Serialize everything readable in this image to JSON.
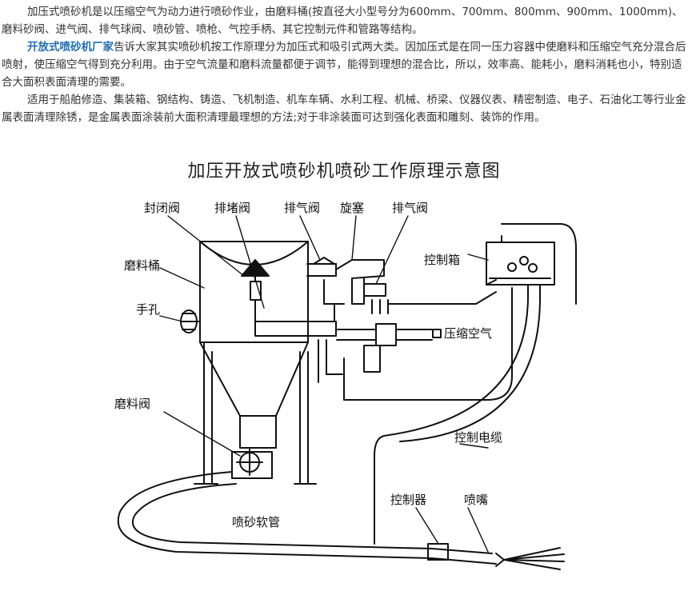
{
  "article": {
    "p1": "加压式喷砂机是以压缩空气为动力进行喷砂作业，由磨料桶(按直径大小型号分为600mm、700mm、800mm、900mm、1000mm)、磨料砂阀、进气阀、排气球阀、喷砂管、喷枪、气控手柄、其它控制元件和管路等结构。",
    "p2_link": "开放式喷砂机厂家",
    "p2_rest": "告诉大家其实喷砂机按工作原理分为加压式和吸引式两大类。因加压式是在同一压力容器中使磨料和压缩空气充分混合后喷射，使压缩空气得到充分利用。由于空气流量和磨料流量都便于调节，能得到理想的混合比，所以，效率高、能耗小，磨料消耗也小，特别适合大面积表面清理的需要。",
    "p3": "适用于船舶修造、集装箱、钢结构、铸造、飞机制造、机车车辆、水利工程、机械、桥梁、仪器仪表、精密制造、电子、石油化工等行业金属表面清理除锈，是金属表面涂装前大面积清理最理想的方法;对于非涂装面可达到强化表面和雕刻、装饰的作用。"
  },
  "diagram": {
    "title": "加压开放式喷砂机喷砂工作原理示意图",
    "labels": {
      "seal_valve": "封闭阀",
      "plug_valve": "排堵阀",
      "exhaust_valve_1": "排气阀",
      "spool": "旋塞",
      "exhaust_valve_2": "排气阀",
      "abrasive_tank": "磨料桶",
      "hand_hole": "手孔",
      "control_box": "控制箱",
      "compressed_air": "压缩空气",
      "abrasive_valve": "磨料阀",
      "control_cable": "控制电缆",
      "controller": "控制器",
      "nozzle": "喷嘴",
      "blast_hose": "喷砂软管"
    }
  },
  "colors": {
    "link": "#1f6fb3",
    "text": "#333333",
    "line": "#111111"
  }
}
